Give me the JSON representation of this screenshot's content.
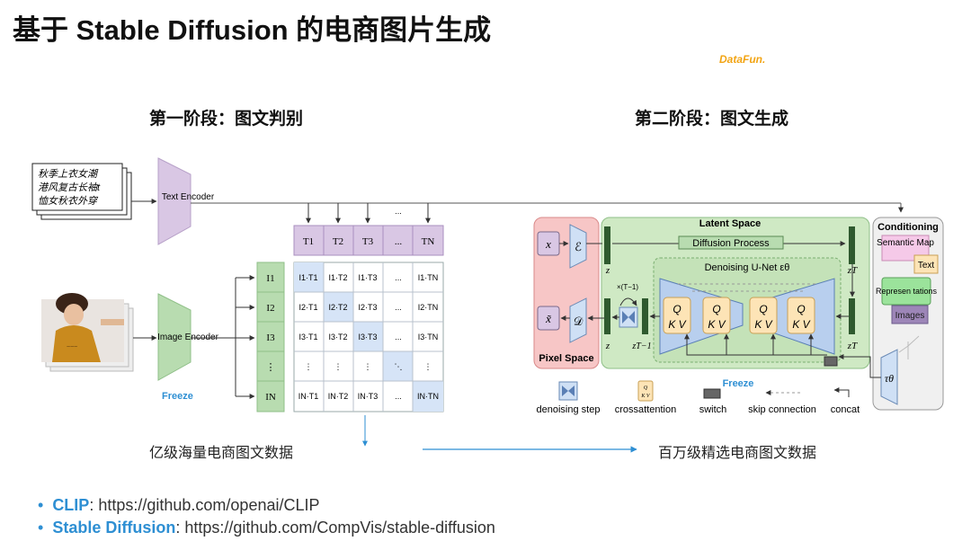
{
  "title": "基于 Stable Diffusion 的电商图片生成",
  "logo": "DataFun.",
  "stage1": {
    "heading": "第一阶段：图文判别",
    "input_text_lines": [
      "秋季上衣女潮",
      "港风复古长袖t",
      "恤女秋衣外穿"
    ],
    "text_encoder": "Text Encoder",
    "image_encoder": "Image Encoder",
    "freeze": "Freeze",
    "t_header": [
      "T1",
      "T2",
      "T3",
      "...",
      "TN"
    ],
    "i_header": [
      "I1",
      "I2",
      "I3",
      "⋮",
      "IN"
    ],
    "matrix": [
      [
        "I1·T1",
        "I1·T2",
        "I1·T3",
        "...",
        "I1·TN"
      ],
      [
        "I2·T1",
        "I2·T2",
        "I2·T3",
        "...",
        "I2·TN"
      ],
      [
        "I3·T1",
        "I3·T2",
        "I3·T3",
        "...",
        "I3·TN"
      ],
      [
        "⋮",
        "⋮",
        "⋮",
        "⋱",
        "⋮"
      ],
      [
        "IN·T1",
        "IN·T2",
        "IN·T3",
        "...",
        "IN·TN"
      ]
    ],
    "top_dots": "...",
    "data_label": "亿级海量电商图文数据"
  },
  "stage2": {
    "heading": "第二阶段：图文生成",
    "latent_space": "Latent Space",
    "pixel_space": "Pixel Space",
    "diffusion_process": "Diffusion Process",
    "denoising_unet": "Denoising U-Net εθ",
    "x": "x",
    "x_tilde": "x̃",
    "encoder_sym": "ℰ",
    "decoder_sym": "𝒟",
    "z": "z",
    "zT": "zT",
    "zT_1": "zT−1",
    "times_T_1": "×(T−1)",
    "q": "Q",
    "kv": "K V",
    "conditioning": "Conditioning",
    "cond_items": [
      "Semantic Map",
      "Text",
      "Represen tations",
      "Images"
    ],
    "tau": "τθ",
    "freeze": "Freeze",
    "legend": [
      "denoising step",
      "crossattention",
      "switch",
      "skip connection",
      "concat"
    ],
    "data_label": "百万级精选电商图文数据"
  },
  "links": [
    {
      "key": "CLIP",
      "url": "https://github.com/openai/CLIP"
    },
    {
      "key": "Stable Diffusion",
      "url": "https://github.com/CompVis/stable-diffusion"
    }
  ],
  "colors": {
    "encoder_text": "#d9c7e4",
    "encoder_image": "#b8dcb0",
    "header_cell": "#d9c7e4",
    "diag_cell": "#d6e4f7",
    "pixel_bg": "#f7c6c6",
    "latent_bg": "#cfe9c4",
    "dark_bar": "#2f5a2f",
    "unet_blue": "#b8cfee",
    "qkv": "#fde4b6",
    "accent": "#2e8fd3"
  }
}
